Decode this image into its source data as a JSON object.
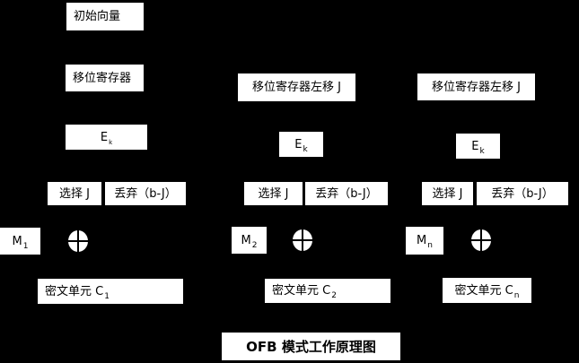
{
  "diagram": {
    "title": "OFB 模式工作原理图",
    "iv_label": "初始向量",
    "colors": {
      "background": "#000000",
      "box_background": "#ffffff",
      "box_text": "#000000"
    },
    "columns": [
      {
        "register_label": "移位寄存器",
        "encrypt": {
          "base": "E",
          "sub": "k"
        },
        "select_label": "选择 J",
        "discard_label": "丢弃（b-J）",
        "message": {
          "base": "M",
          "sub": "1"
        },
        "xor_icon": "xor-circle-plus",
        "cipher_unit": {
          "base": "密文单元 C",
          "sub": "1"
        }
      },
      {
        "register_label": "移位寄存器左移 J",
        "encrypt": {
          "base": "E",
          "sub": "k"
        },
        "select_label": "选择 J",
        "discard_label": "丢弃（b-J）",
        "message": {
          "base": "M",
          "sub": "2"
        },
        "xor_icon": "xor-circle-plus",
        "cipher_unit": {
          "base": "密文单元 C",
          "sub": "2"
        }
      },
      {
        "register_label": "移位寄存器左移 J",
        "encrypt": {
          "base": "E",
          "sub": "k"
        },
        "select_label": "选择 J",
        "discard_label": "丢弃（b-J）",
        "message": {
          "base": "M",
          "sub": "n"
        },
        "xor_icon": "xor-circle-plus",
        "cipher_unit": {
          "base": "密文单元 C",
          "sub": "n"
        }
      }
    ]
  }
}
